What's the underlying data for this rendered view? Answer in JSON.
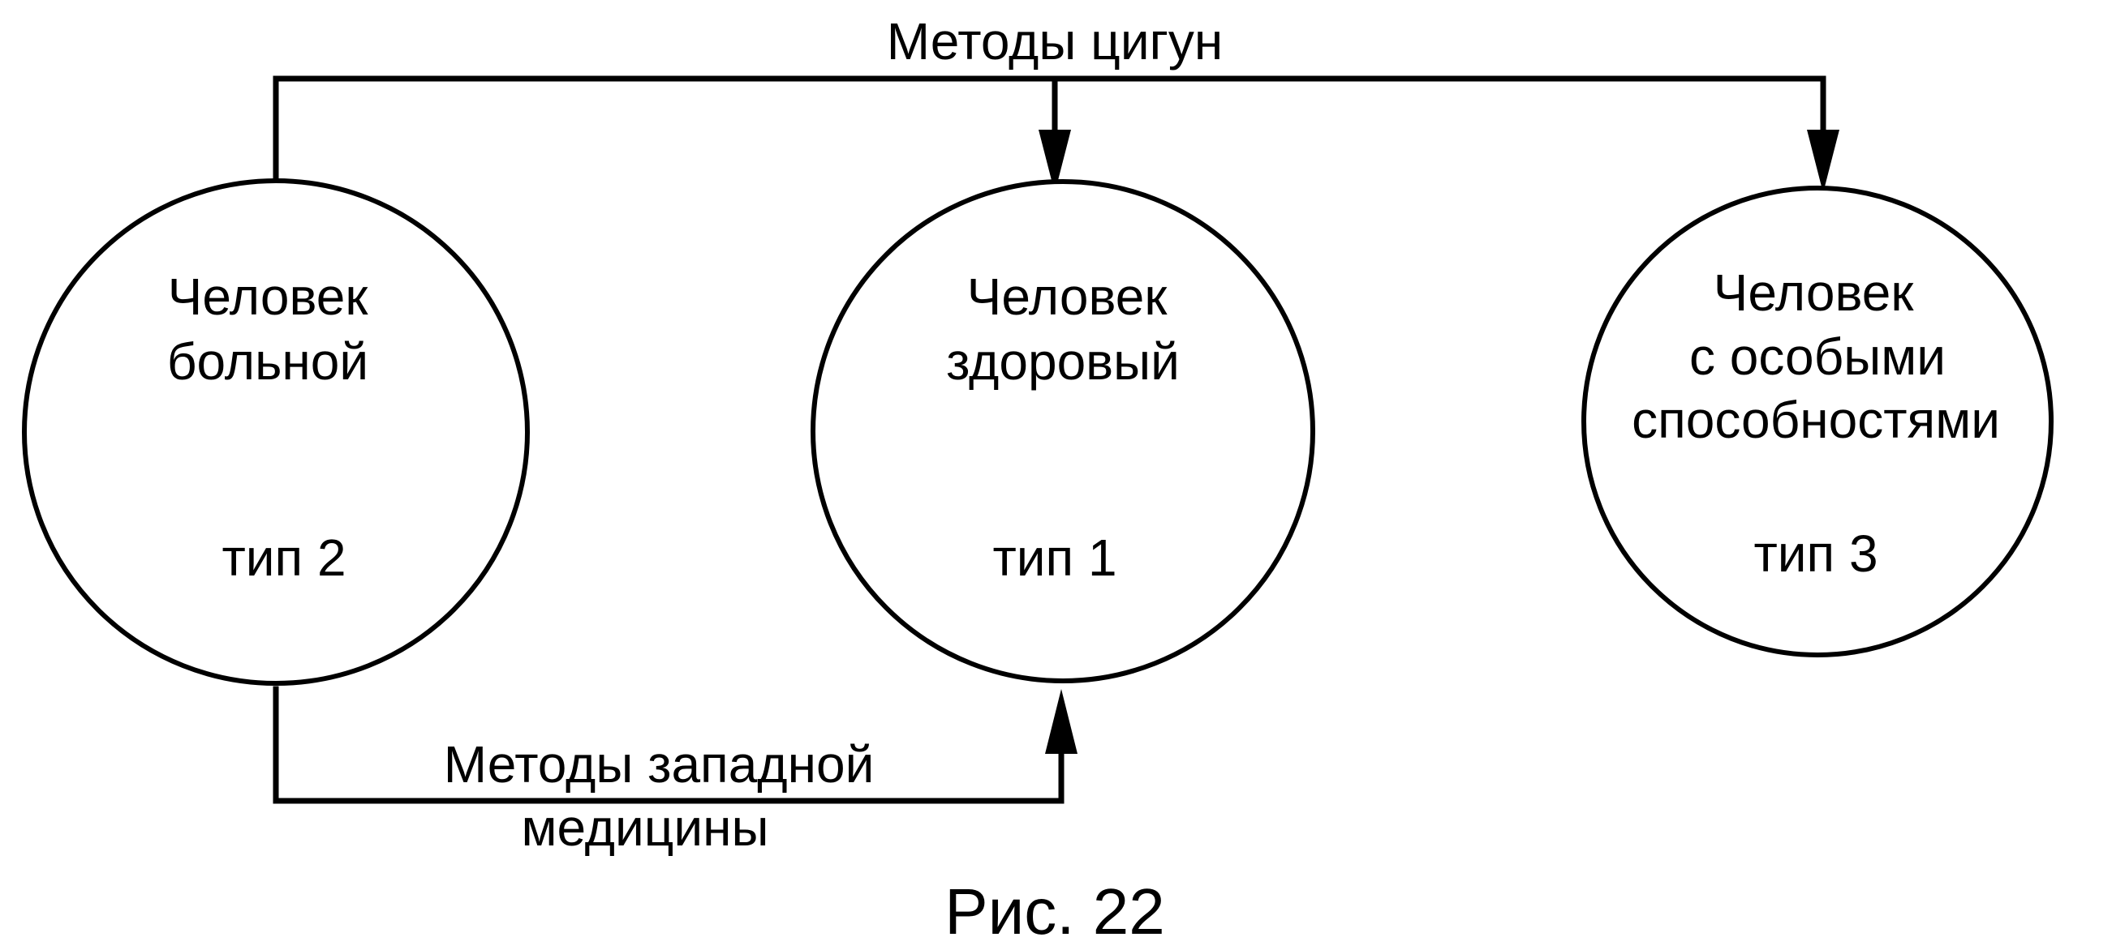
{
  "diagram": {
    "top_connector_label": "Методы цигун",
    "bottom_connector_label_line1": "Методы западной",
    "bottom_connector_label_line2": "медицины",
    "caption": "Рис. 22",
    "nodes": [
      {
        "id": "sick",
        "line1": "Человек",
        "line2": "больной",
        "type_label": "тип 2"
      },
      {
        "id": "healthy",
        "line1": "Человек",
        "line2": "здоровый",
        "type_label": "тип 1"
      },
      {
        "id": "special",
        "line1": "Человек",
        "line2": "с особыми",
        "line3": "способностями",
        "type_label": "тип 3"
      }
    ],
    "edges": [
      {
        "from": "sick",
        "to": "healthy",
        "label": "Методы цигун"
      },
      {
        "from": "sick",
        "to": "special",
        "label": "Методы цигун"
      },
      {
        "from": "sick",
        "to": "healthy",
        "label": "Методы западной медицины"
      }
    ]
  }
}
